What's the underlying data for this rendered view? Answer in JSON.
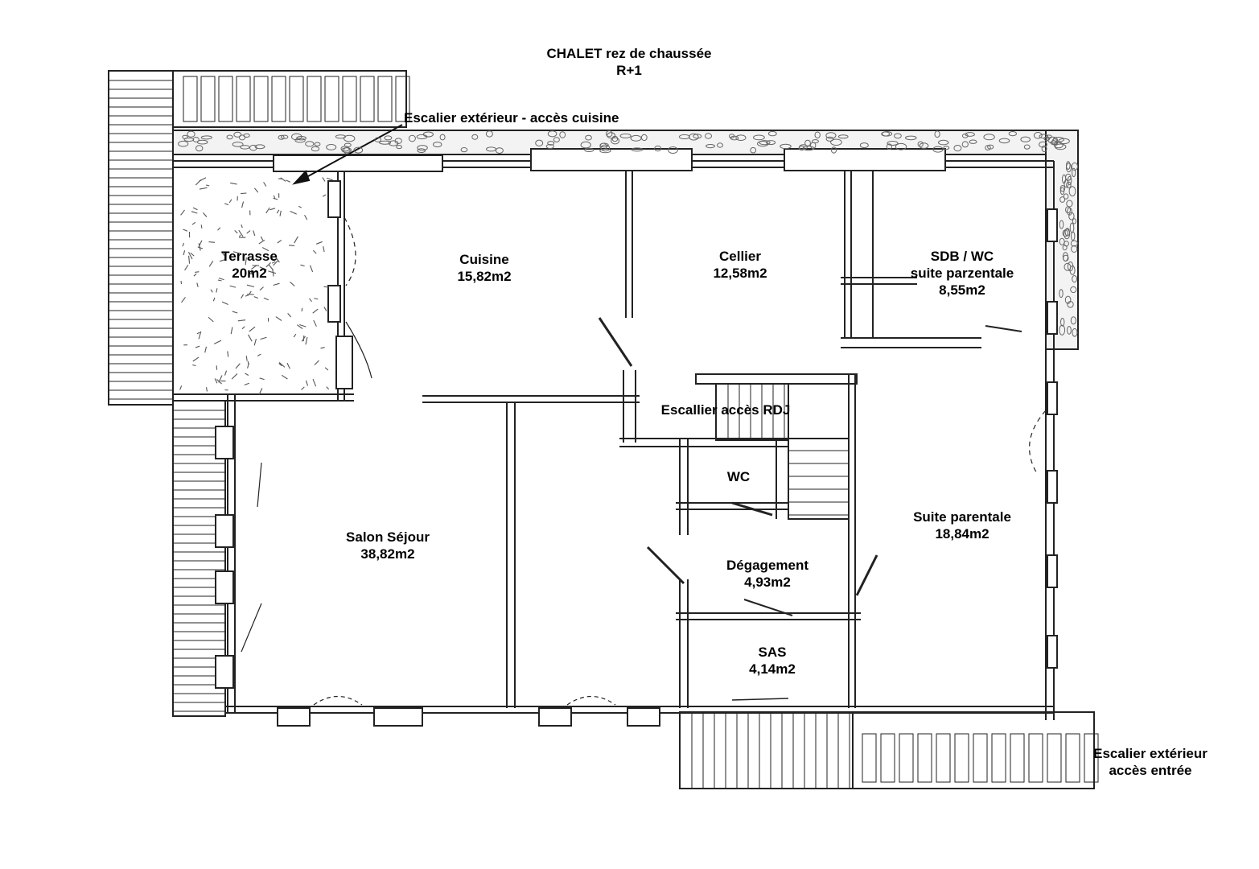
{
  "title": {
    "line1": "CHALET rez de chaussée",
    "line2": "R+1"
  },
  "annotations": {
    "stairs_kitchen": "Escalier extérieur - accès cuisine",
    "stairs_rdj": "Escallier accès RDJ",
    "stairs_entry_line1": "Escalier extérieur",
    "stairs_entry_line2": "accès entrée"
  },
  "rooms": {
    "terrasse": {
      "name": "Terrasse",
      "area": "20m2"
    },
    "cuisine": {
      "name": "Cuisine",
      "area": "15,82m2"
    },
    "cellier": {
      "name": "Cellier",
      "area": "12,58m2"
    },
    "sdb": {
      "name": "SDB / WC",
      "name2": "suite parzentale",
      "area": "8,55m2"
    },
    "wc": {
      "name": "WC"
    },
    "salon": {
      "name": "Salon Séjour",
      "area": "38,82m2"
    },
    "degagement": {
      "name": "Dégagement",
      "area": "4,93m2"
    },
    "sas": {
      "name": "SAS",
      "area": "4,14m2"
    },
    "suite": {
      "name": "Suite parentale",
      "area": "18,84m2"
    }
  }
}
